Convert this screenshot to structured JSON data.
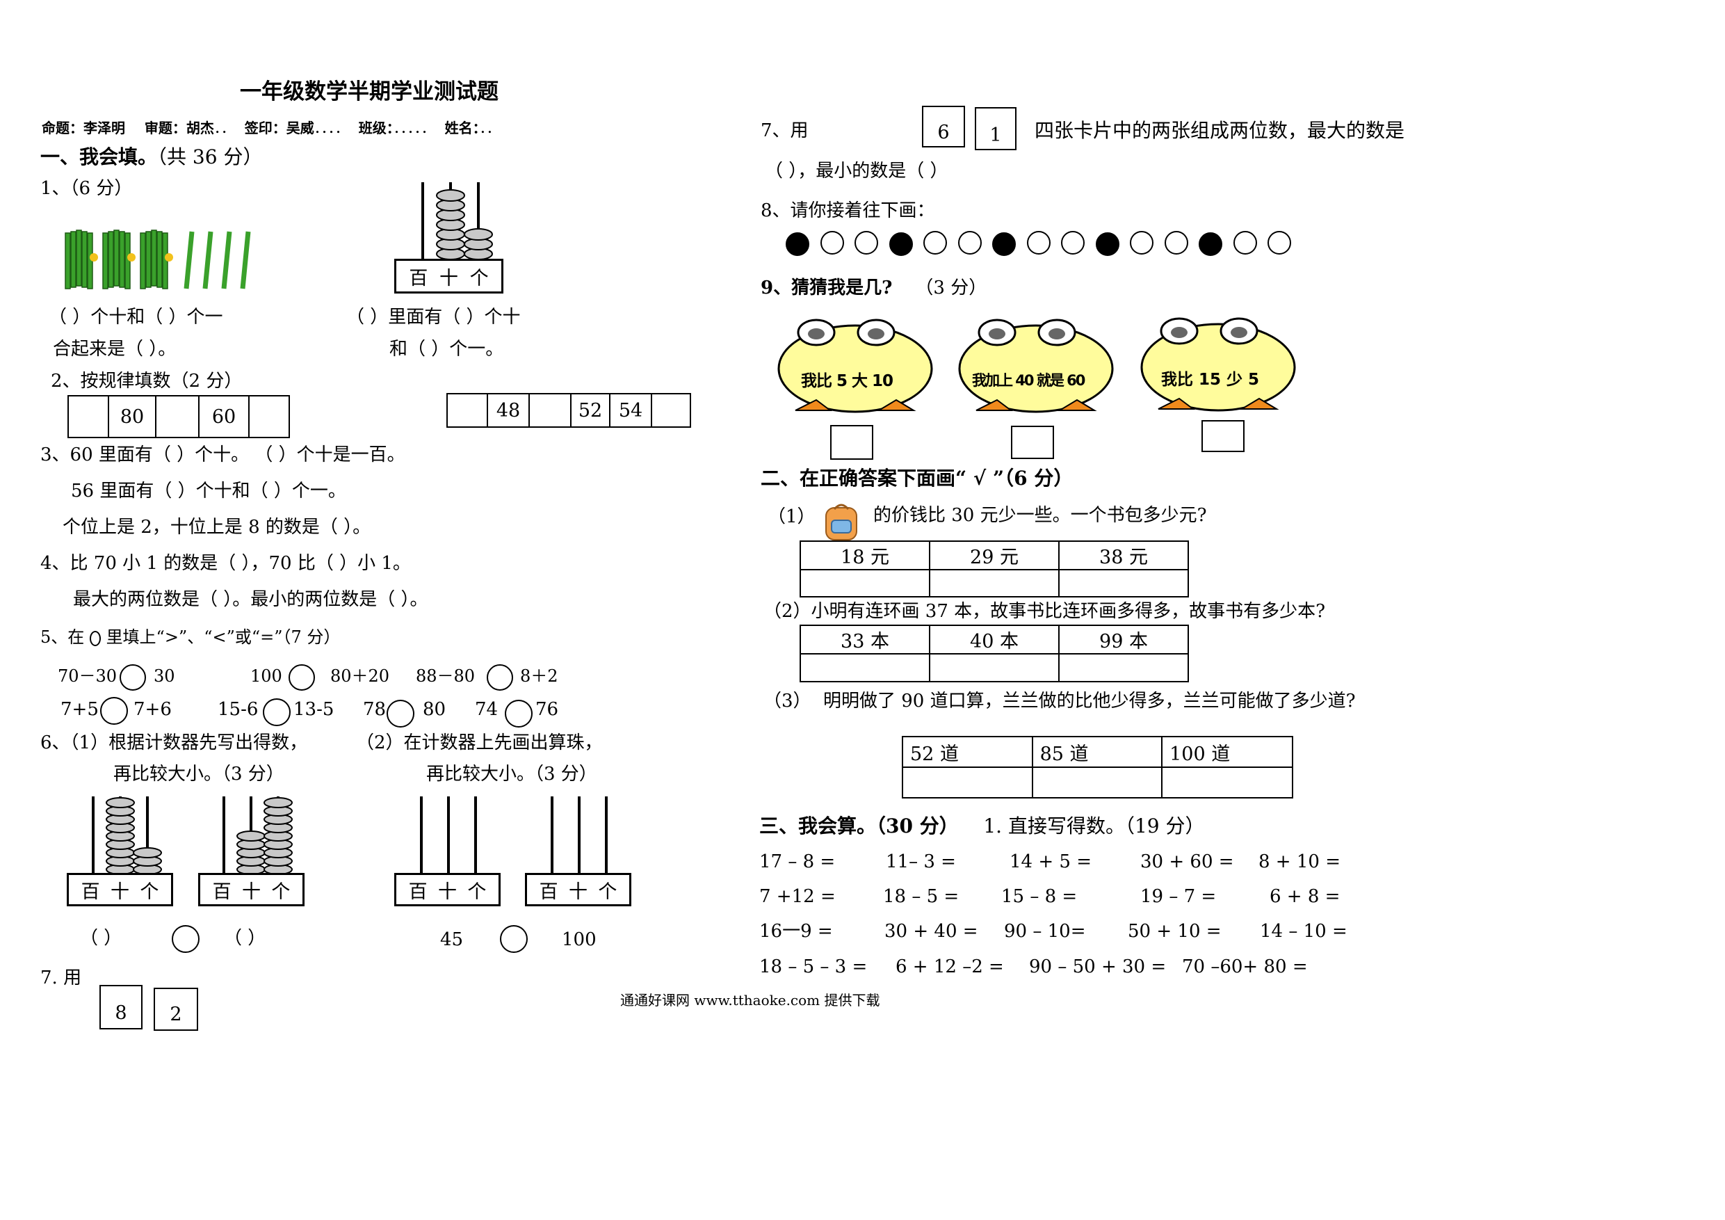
{
  "title": "一年级数学半期学业测试题",
  "header": {
    "author": "命题：李泽明",
    "reviewer": "审题：胡杰",
    "dots1": "．．",
    "signer": "签印：吴威",
    "dots2": "．．．．",
    "class_label": "班级：",
    "dots3": "．．．．．",
    "name_label": "姓名：",
    "dots4": "．．"
  },
  "section1": {
    "heading": "一、我会填。",
    "score": "（共 36 分）",
    "q1": {
      "label": "1、（6 分）",
      "left_line1": "（    ）个十和（    ）个一",
      "left_line2": "合起来是（       ）。",
      "right_line1": "（    ）里面有（    ）个十",
      "right_line2": "和（    ）个一。",
      "abacus_label": [
        "百",
        "十",
        "个"
      ]
    },
    "q2": {
      "label": "2、按规律填数（2 分）",
      "row1": [
        "",
        "80",
        "",
        "60",
        ""
      ],
      "row2": [
        "",
        "48",
        "",
        "52",
        "54",
        ""
      ]
    },
    "q3": {
      "line1": "3、60 里面有（    ）个十。    （    ）个十是一百。",
      "line2": "56 里面有（    ）个十和（    ）个一。",
      "line3": "个位上是 2，十位上是 8 的数是（    ）。"
    },
    "q4": {
      "line1": "4、比 70 小 1 的数是（    ），70 比（    ）小 1。",
      "line2": "最大的两位数是（    ）。最小的两位数是（    ）。"
    },
    "q5": {
      "label_pre": "5、在",
      "label_post": "里填上“>”、“<”或“=”（7 分）",
      "row1": [
        {
          "l": "70－30",
          "r": "30"
        },
        {
          "l": "100",
          "r": "80＋20"
        },
        {
          "l": "88－80",
          "r": "8＋2"
        }
      ],
      "row2": [
        {
          "l": "7+5",
          "r": "7+6"
        },
        {
          "l": "15-6",
          "r": "13-5"
        },
        {
          "l": "78",
          "r": "80"
        },
        {
          "l": "74",
          "r": "76"
        }
      ]
    },
    "q6": {
      "left_line1": "6、（1）根据计数器先写出得数，",
      "left_line2": "再比较大小。（3 分）",
      "right_line1": "（2）在计数器上先画出算珠，",
      "right_line2": "再比较大小。（3 分）",
      "abacus_label": [
        "百",
        "十",
        "个"
      ],
      "blank_left": "（       ）",
      "blank_right": "（       ）",
      "num_left": "45",
      "num_right": "100"
    },
    "q7_left": {
      "label": "7. 用",
      "cards": [
        "8",
        "2"
      ]
    }
  },
  "right": {
    "q7": {
      "label": "7、用",
      "cards": [
        "6",
        "1"
      ],
      "text1": "四张卡片中的两张组成两位数，最大的数是",
      "text2": "（     ），最小的数是（     ）"
    },
    "q8": {
      "label": "8、请你接着往下画：",
      "dots": [
        true,
        false,
        false,
        true,
        false,
        false,
        true,
        false,
        false,
        true,
        false,
        false,
        true,
        false,
        false
      ]
    },
    "q9": {
      "label": "9、猜猜我是几?",
      "score": "（3 分）",
      "chicks": [
        "我比 5 大 10",
        "我加上 40 就是 60",
        "我比 15 少 5"
      ]
    },
    "section2": {
      "heading": "二、在正确答案下面画“ √ ”（6 分）",
      "q1_label": "（1）",
      "q1_text": "的价钱比 30 元少一些。一个书包多少元?",
      "q1_options": [
        "18 元",
        "29 元",
        "38 元"
      ],
      "q2_text": "（2）小明有连环画 37 本，故事书比连环画多得多，故事书有多少本?",
      "q2_options": [
        "33 本",
        "40 本",
        "99 本"
      ],
      "q3_label": "（3）",
      "q3_text": "明明做了 90 道口算，兰兰做的比他少得多，兰兰可能做了多少道?",
      "q3_options": [
        "52 道",
        "85 道",
        "100 道"
      ]
    },
    "section3": {
      "heading": "三、我会算。（30 分）",
      "sub": "1. 直接写得数。（19 分）",
      "rows": [
        [
          "17 – 8 =",
          "11– 3 =",
          "14 + 5 =",
          "30 + 60 =",
          "8 + 10 ="
        ],
        [
          "7 +12 =",
          "18 – 5 =",
          "15 – 8 =",
          "19 – 7 =",
          "6 + 8 ="
        ],
        [
          "16一9 =",
          "30 + 40 =",
          "90 – 10=",
          "50 + 10 =",
          "14 – 10 ="
        ],
        [
          "18 – 5 – 3 =",
          "6 + 12 –2 =",
          "90 – 50 + 30 =",
          "70 –60+ 80 ="
        ]
      ]
    }
  },
  "footer": "通通好课网  www.tthaoke.com  提供下载"
}
